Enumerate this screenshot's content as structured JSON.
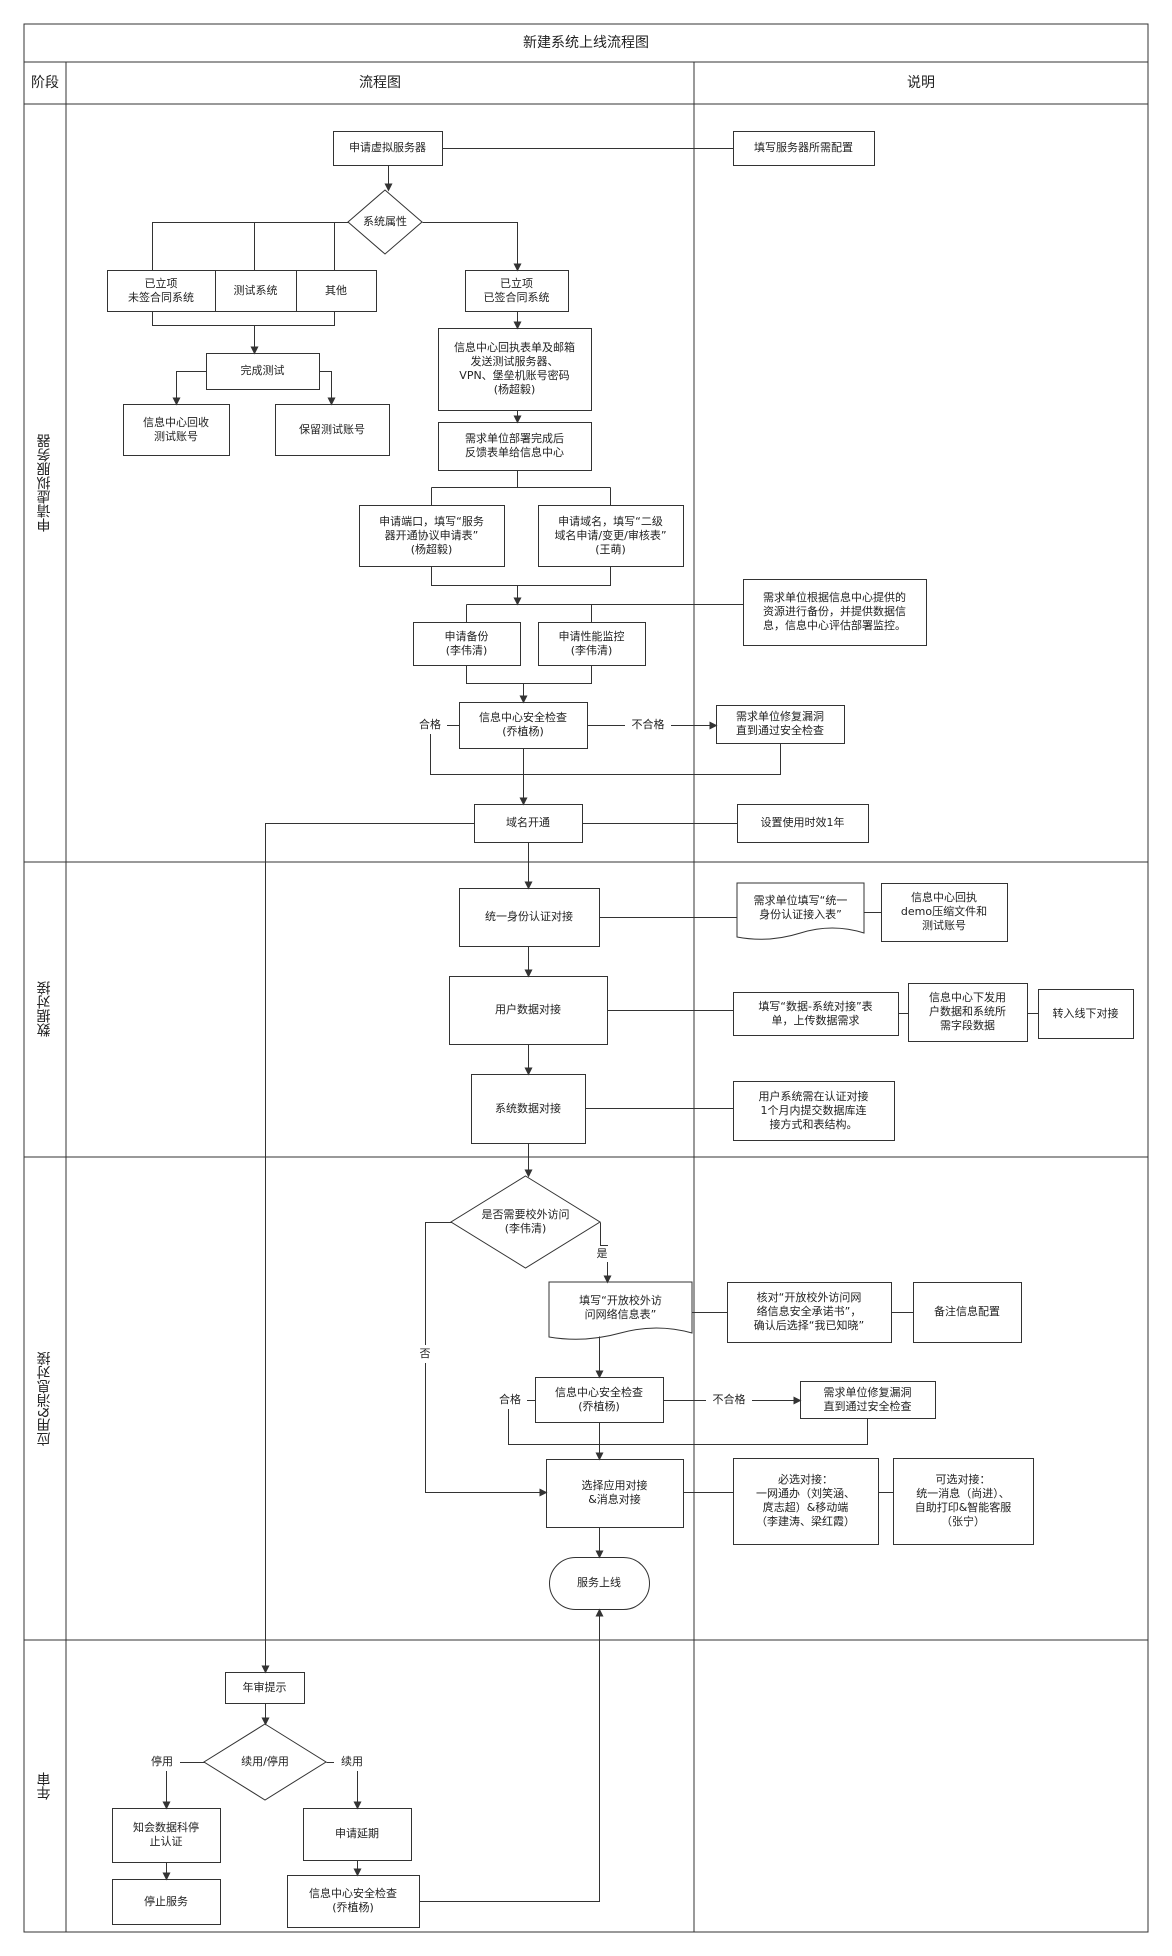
{
  "title": "新建系统上线流程图",
  "headers": {
    "stage": "阶段",
    "flow": "流程图",
    "desc": "说明"
  },
  "lanes": [
    "申请虚拟服务器",
    "数据对接",
    "应用&消息对接",
    "年审"
  ],
  "nodes": {
    "apply_vm": "申请虚拟服务器",
    "sys_attr": "系统属性",
    "approved_unsigned": "已立项\n未签合同系统",
    "test_sys": "测试系统",
    "other": "其他",
    "approved_signed": "已立项\n已签合同系统",
    "finish_test": "完成测试",
    "reclaim_test": "信息中心回收\n测试账号",
    "keep_test": "保留测试账号",
    "info_reply": "信息中心回执表单及邮箱\n发送测试服务器、\nVPN、堡垒机账号密码\n(杨超毅)",
    "deploy_done": "需求单位部署完成后\n反馈表单给信息中心",
    "apply_port": "申请端口，填写“服务\n器开通协议申请表”\n(杨超毅)",
    "apply_domain": "申请域名，填写“二级\n域名申请/变更/审核表”\n(王萌)",
    "apply_backup": "申请备份\n(李伟清)",
    "apply_monitor": "申请性能监控\n(李伟清)",
    "security_check1": "信息中心安全检查\n(乔植杨)",
    "pass1": "合格",
    "fail1": "不合格",
    "fix1": "需求单位修复漏洞\n直到通过安全检查",
    "domain_open": "域名开通",
    "sso": "统一身份认证对接",
    "user_data": "用户数据对接",
    "sys_data": "系统数据对接",
    "need_external": "是否需要校外访问\n(李伟清)",
    "yes": "是",
    "no": "否",
    "fill_external": "填写“开放校外访\n问网络信息表”",
    "security_check2": "信息中心安全检查\n(乔植杨)",
    "pass2": "合格",
    "fail2": "不合格",
    "fix2": "需求单位修复漏洞\n直到通过安全检查",
    "select_app": "选择应用对接\n&消息对接",
    "online": "服务上线",
    "annual_notice": "年审提示",
    "renew_stop": "续用/停用",
    "stop_label": "停用",
    "renew_label": "续用",
    "notify_stop": "知会数据科停\n止认证",
    "apply_extend": "申请延期",
    "stop_service": "停止服务",
    "security_check3": "信息中心安全检查\n(乔植杨)"
  },
  "notes": {
    "fill_config": "填写服务器所需配置",
    "backup_note": "需求单位根据信息中心提供的\n资源进行备份，并提供数据信\n息，信息中心评估部署监控。",
    "validity": "设置使用时效1年",
    "sso_form": "需求单位填写“统一\n身份认证接入表”",
    "sso_reply": "信息中心回执\ndemo压缩文件和\n测试账号",
    "data_form": "填写“数据-系统对接”表\n单，上传数据需求",
    "data_send": "信息中心下发用\n户数据和系统所\n需字段数据",
    "offline": "转入线下对接",
    "sys_data_note": "用户系统需在认证对接\n1个月内提交数据库连\n接方式和表结构。",
    "verify_promise": "核对“开放校外访问网\n络信息安全承诺书”，\n确认后选择“我已知晓”",
    "remark": "备注信息配置",
    "required": "必选对接：\n一网通办（刘笑涵、\n庹志超）&移动端\n（李建涛、梁红霞）",
    "optional": "可选对接：\n统一消息（尚进）、\n自助打印&智能客服\n（张宁）"
  }
}
